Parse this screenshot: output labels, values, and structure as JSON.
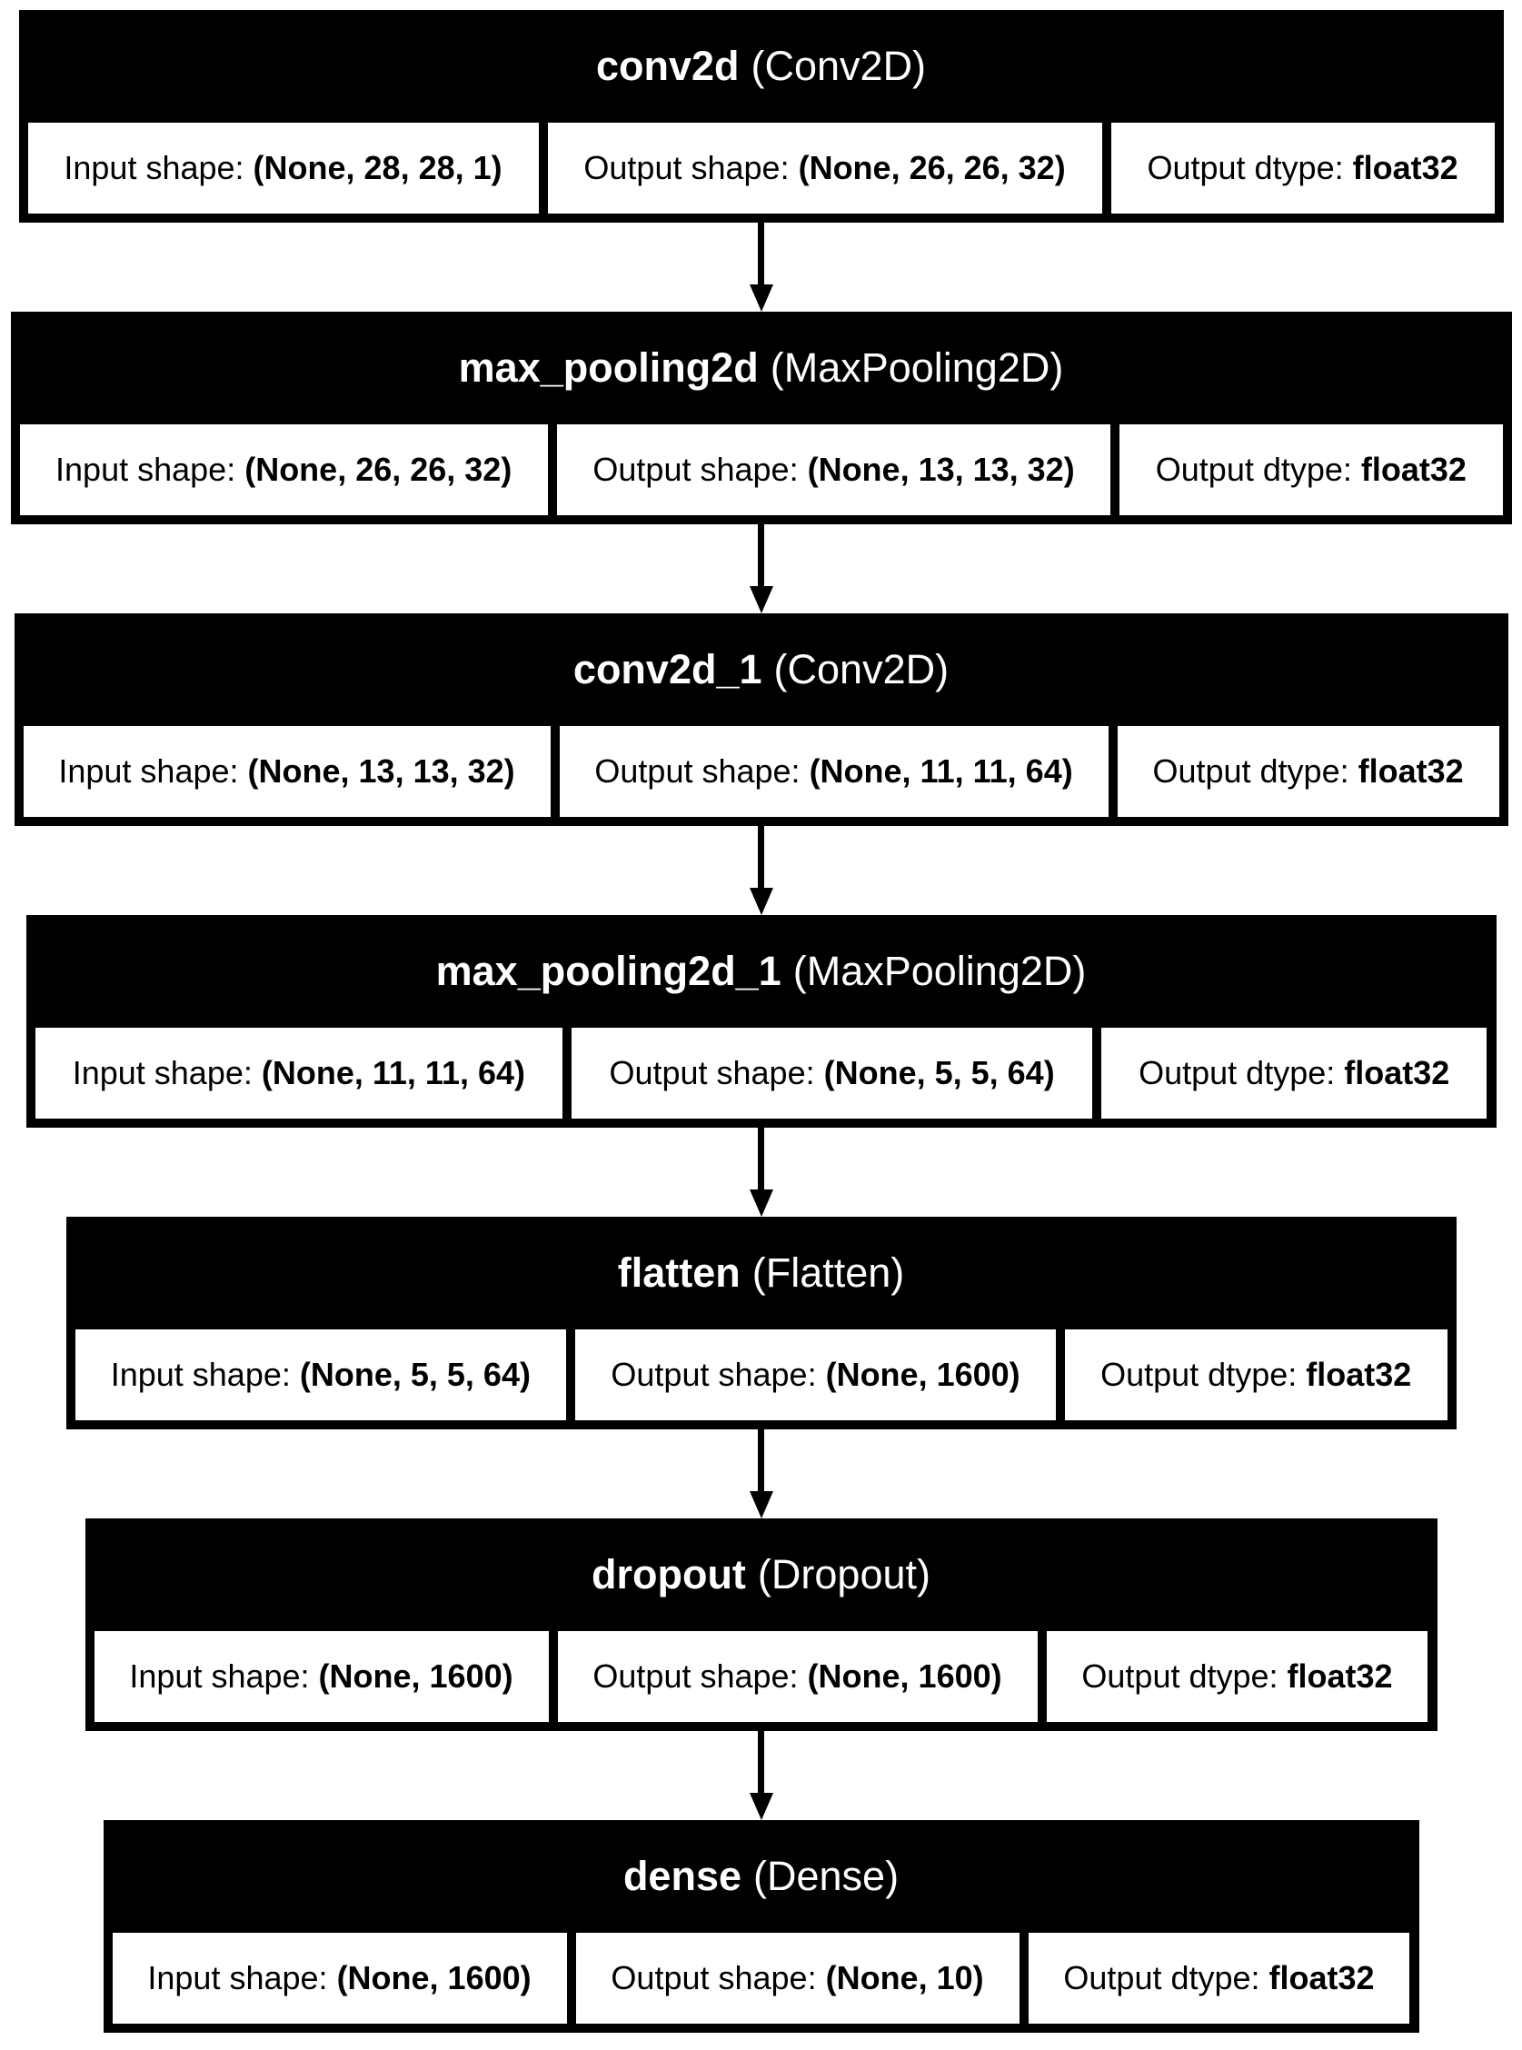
{
  "diagram": {
    "field_labels": {
      "input_shape": "Input shape:",
      "output_shape": "Output shape:",
      "dtype": "Output dtype:"
    },
    "colors": {
      "node_background": "#000000",
      "cell_background": "#ffffff",
      "header_text": "#ffffff",
      "cell_text": "#000000",
      "edge": "#000000"
    },
    "layers": [
      {
        "name": "conv2d",
        "class_name": "(Conv2D)",
        "input_shape": "(None, 28, 28, 1)",
        "output_shape": "(None, 26, 26, 32)",
        "dtype": "float32"
      },
      {
        "name": "max_pooling2d",
        "class_name": "(MaxPooling2D)",
        "input_shape": "(None, 26, 26, 32)",
        "output_shape": "(None, 13, 13, 32)",
        "dtype": "float32"
      },
      {
        "name": "conv2d_1",
        "class_name": "(Conv2D)",
        "input_shape": "(None, 13, 13, 32)",
        "output_shape": "(None, 11, 11, 64)",
        "dtype": "float32"
      },
      {
        "name": "max_pooling2d_1",
        "class_name": "(MaxPooling2D)",
        "input_shape": "(None, 11, 11, 64)",
        "output_shape": "(None, 5, 5, 64)",
        "dtype": "float32"
      },
      {
        "name": "flatten",
        "class_name": "(Flatten)",
        "input_shape": "(None, 5, 5, 64)",
        "output_shape": "(None, 1600)",
        "dtype": "float32"
      },
      {
        "name": "dropout",
        "class_name": "(Dropout)",
        "input_shape": "(None, 1600)",
        "output_shape": "(None, 1600)",
        "dtype": "float32"
      },
      {
        "name": "dense",
        "class_name": "(Dense)",
        "input_shape": "(None, 1600)",
        "output_shape": "(None, 10)",
        "dtype": "float32"
      }
    ]
  }
}
